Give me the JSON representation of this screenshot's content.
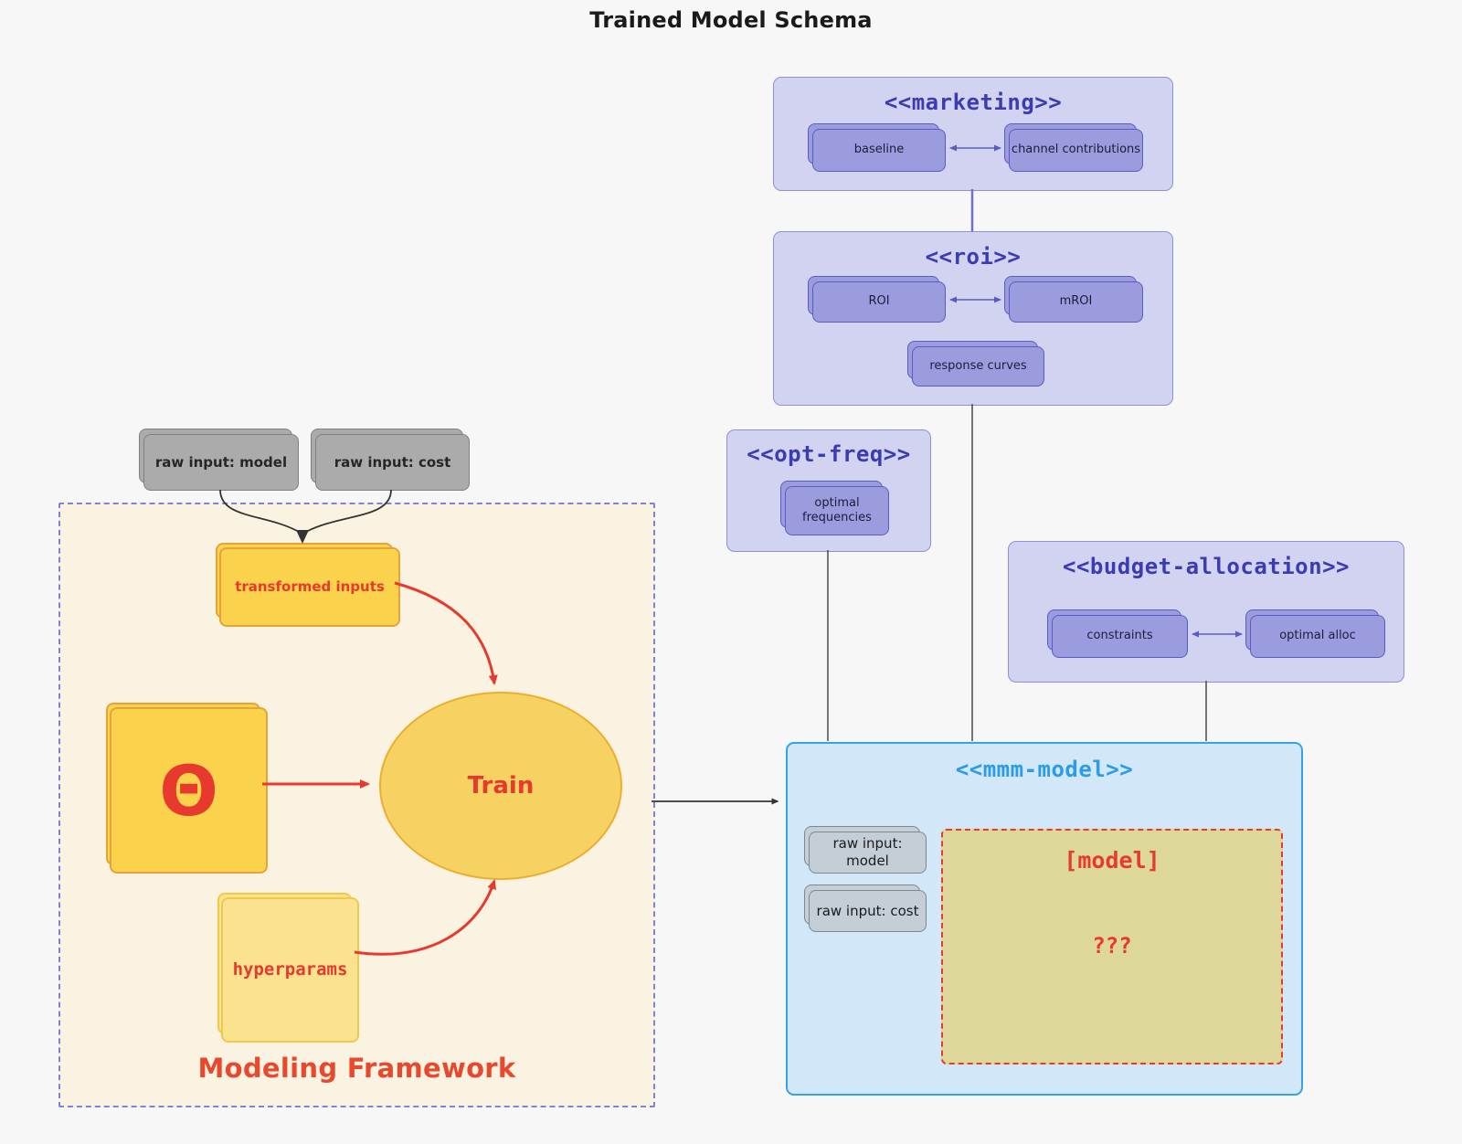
{
  "title": "Trained Model Schema",
  "marketing": {
    "title": "<<marketing>>",
    "baseline": "baseline",
    "channel_contributions": "channel contributions"
  },
  "roi": {
    "title": "<<roi>>",
    "roi": "ROI",
    "mroi": "mROI",
    "response_curves": "response curves"
  },
  "opt_freq": {
    "title": "<<opt-freq>>",
    "optimal_frequencies": "optimal frequencies"
  },
  "budget": {
    "title": "<<budget-allocation>>",
    "constraints": "constraints",
    "optimal_alloc": "optimal alloc"
  },
  "mmm": {
    "title": "<<mmm-model>>",
    "raw_input_model": "raw input: model",
    "raw_input_cost": "raw input: cost",
    "model_label": "[model]",
    "unknown": "???"
  },
  "raw_inputs": {
    "model": "raw input: model",
    "cost": "raw input: cost"
  },
  "framework": {
    "label": "Modeling Framework",
    "transformed_inputs": "transformed inputs",
    "theta": "Θ",
    "train": "Train",
    "hyperparams": "hyperparams"
  },
  "colors": {
    "background": "#f7f7f8",
    "accent_red": "#e8392f",
    "purple_node_fill": "#9b9cde",
    "purple_node_border": "#5a5cc3",
    "subgraph_purple_bg": "#d2d3f0",
    "subgraph_title_text": "#3b3bb3",
    "mmm_bg": "#d2e7f8",
    "mmm_border": "#36a3e8",
    "mmm_title_text": "#2b9ce6",
    "gold_fill": "#fbd24b",
    "gold_light_fill": "#fbe28f",
    "khaki_fill": "#ddd89a",
    "framework_bg": "#faf3e2",
    "framework_border": "#7f82d8",
    "gray_node_fill": "#ababab",
    "edge_dark": "#444444"
  }
}
